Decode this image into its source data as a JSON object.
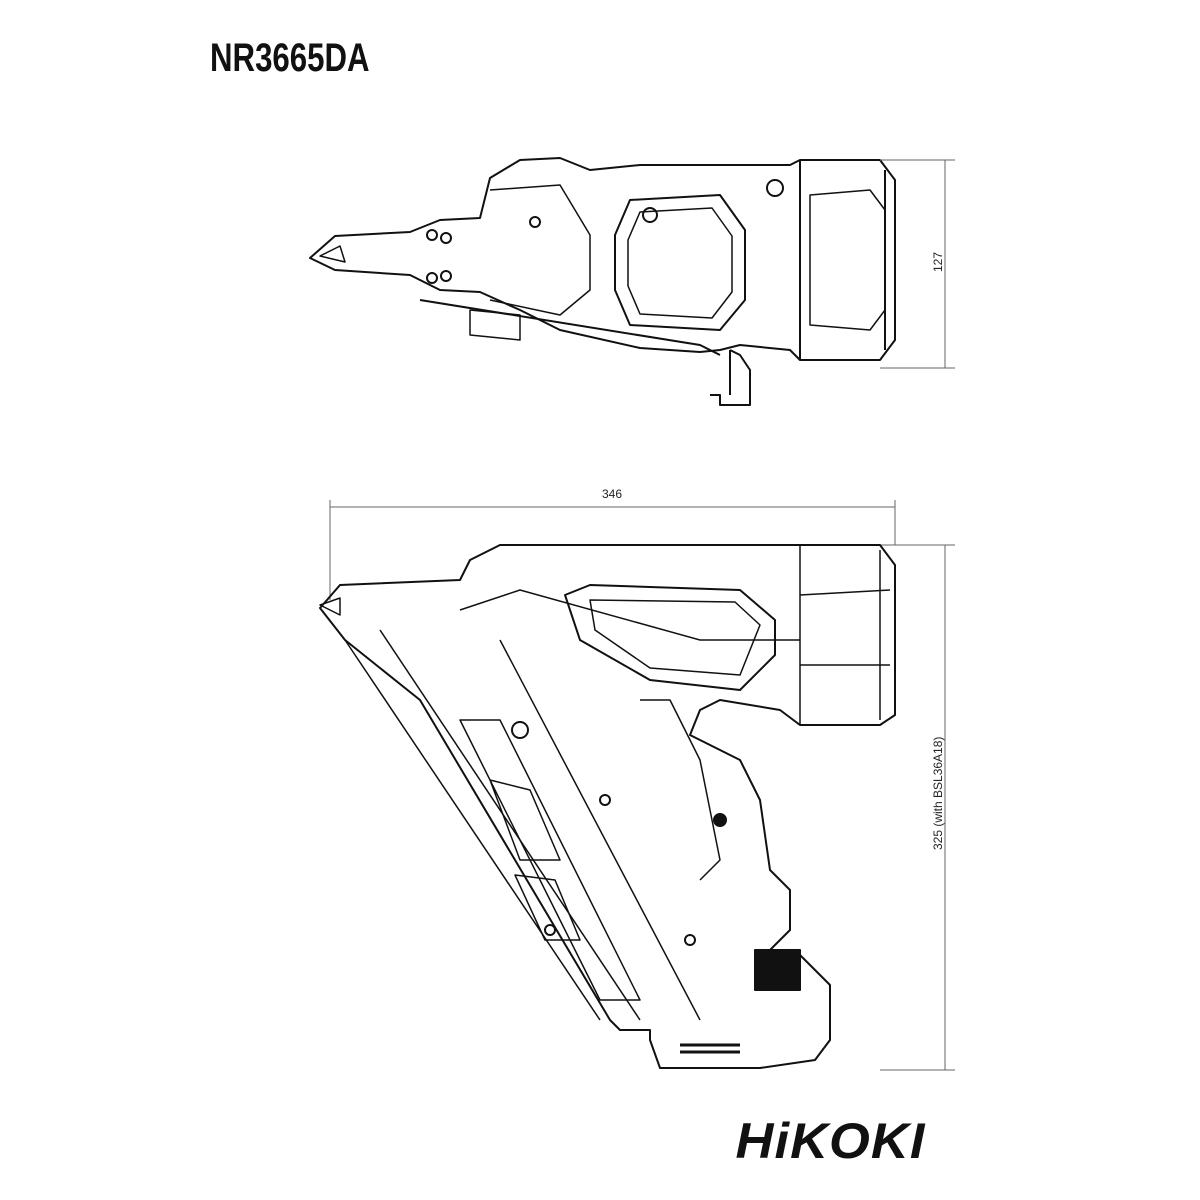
{
  "title": "NR3665DA",
  "dimensions": {
    "top_height": "127",
    "side_length": "346",
    "side_height": "325  (with BSL36A18)"
  },
  "brand": "HiKOKI"
}
